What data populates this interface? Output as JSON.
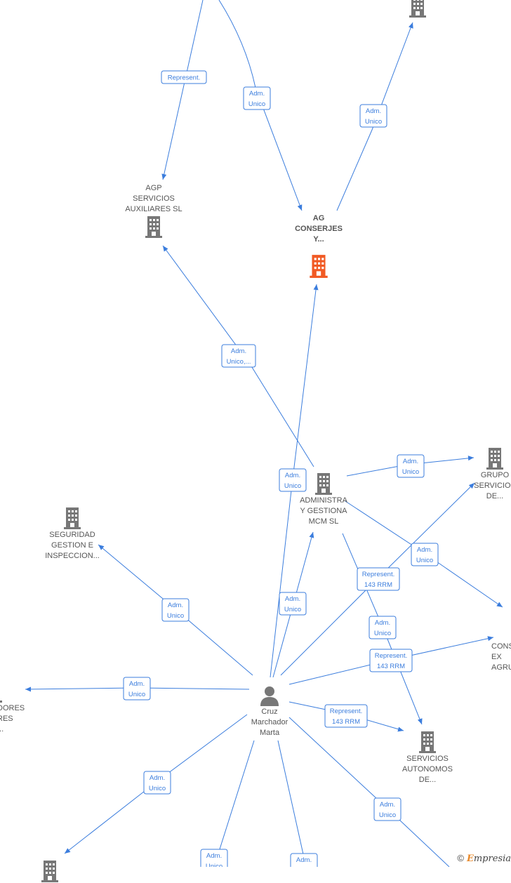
{
  "colors": {
    "edge": "#3b7ddd",
    "building": "#777777",
    "focus": "#f15a24"
  },
  "nodes": {
    "agp": {
      "label": "AGP\nSERVICIOS\nAUXILIARES  SL",
      "icon": "building-icon"
    },
    "ag_conserjes": {
      "label": "AG\nCONSERJES\nY...",
      "icon": "building-icon"
    },
    "administra": {
      "label": "ADMINISTRA\nY GESTIONA\nMCM  SL",
      "icon": "building-icon"
    },
    "grupo": {
      "label": "GRUPO\nSERVICIOS\nDE...",
      "icon": "building-icon"
    },
    "seguridad": {
      "label": "SEGURIDAD\nGESTION E\nINSPECCION...",
      "icon": "building-icon"
    },
    "cons": {
      "label": "CONS\nEX\nAGRU",
      "icon": "building-icon"
    },
    "dores": {
      "label": "DORES\nRES\n...",
      "icon": "building-icon"
    },
    "servicios_autonomos": {
      "label": "SERVICIOS\nAUTONOMOS\nDE...",
      "icon": "building-icon"
    },
    "cruz": {
      "label": "Cruz\nMarchador\nMarta",
      "icon": "person-icon"
    }
  },
  "edge_labels": {
    "represent": [
      "Represent."
    ],
    "adm_unico": [
      "Adm.",
      "Unico"
    ],
    "adm_unico_more": [
      "Adm.",
      "Unico,..."
    ],
    "represent_143": [
      "Represent.",
      "143 RRM"
    ]
  },
  "brand": {
    "copyright": "©",
    "name_first": "E",
    "name_rest": "mpresia"
  }
}
